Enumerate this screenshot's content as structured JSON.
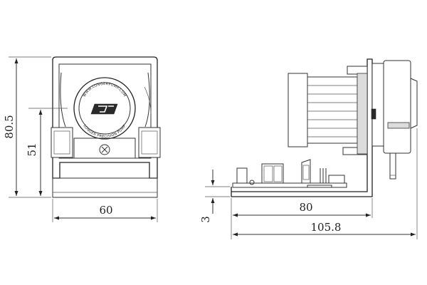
{
  "dimensions": {
    "front_height": "80.5",
    "front_inner_height": "51",
    "front_width": "60",
    "side_offset": "3",
    "side_inner_length": "80",
    "side_total_length": "105.8"
  },
  "logo": {
    "top_text": "WWW.LONGERPUMP.COM",
    "bottom_text": "LONGER PRECISION PUMP"
  },
  "colors": {
    "line": "#333333",
    "background": "#ffffff"
  }
}
